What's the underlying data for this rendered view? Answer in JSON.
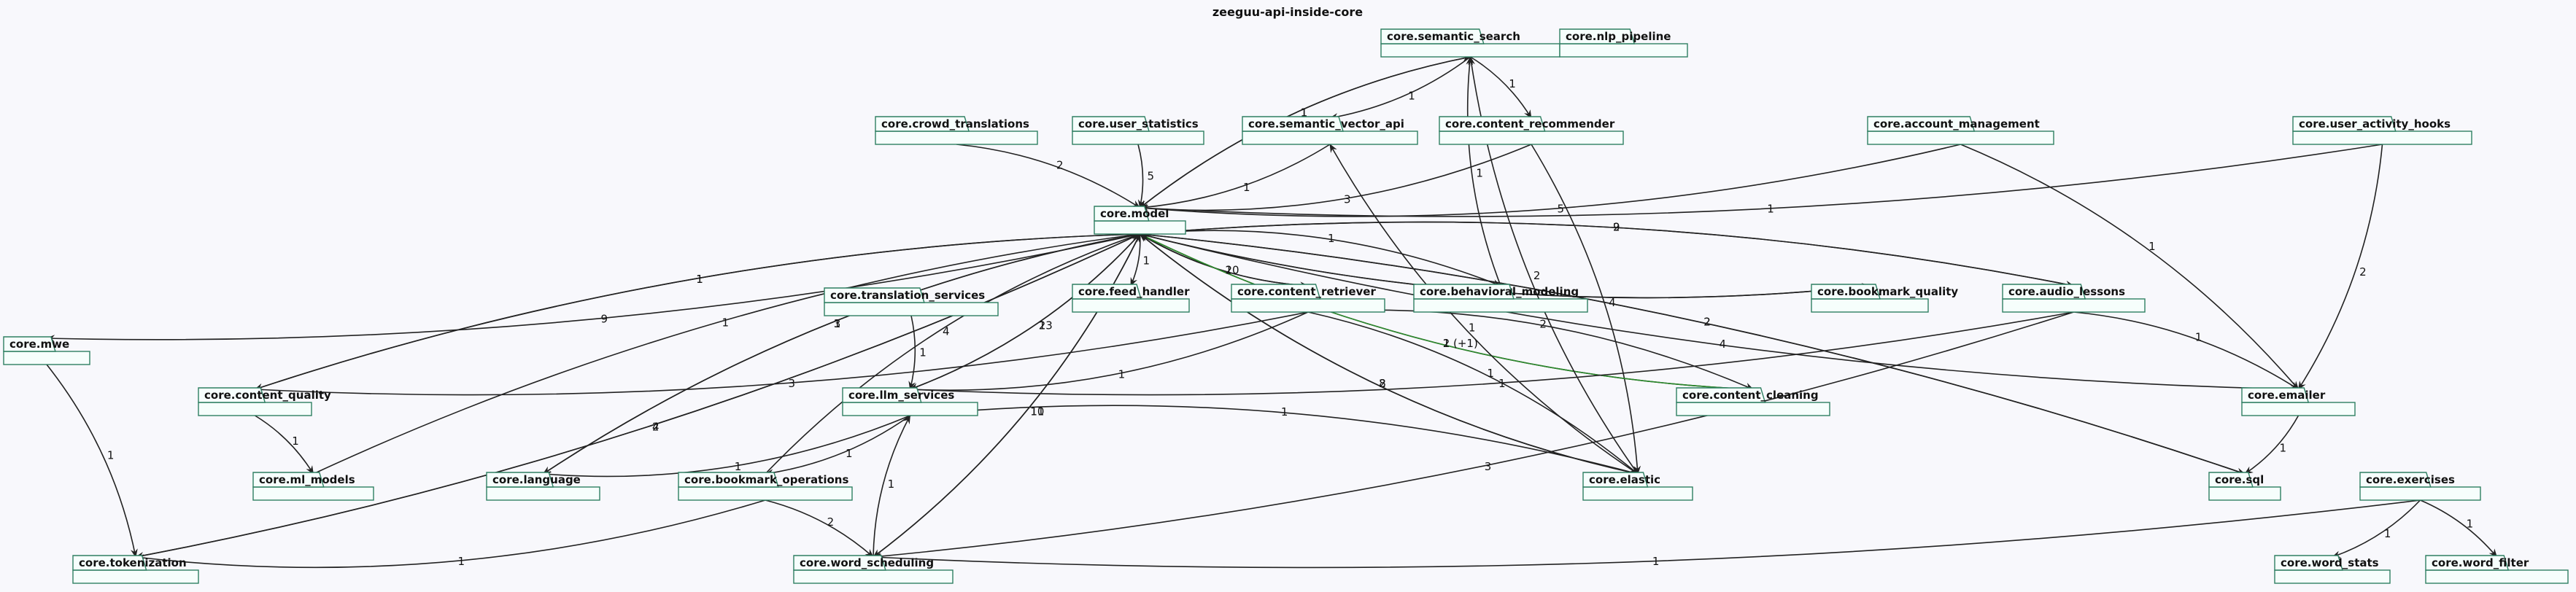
{
  "title": "zeeguu-api-inside-core",
  "packages": [
    {
      "id": "semantic_search",
      "label": "core.semantic_search"
    },
    {
      "id": "nlp_pipeline",
      "label": "core.nlp_pipeline"
    },
    {
      "id": "crowd_translations",
      "label": "core.crowd_translations"
    },
    {
      "id": "user_statistics",
      "label": "core.user_statistics"
    },
    {
      "id": "semantic_vector_api",
      "label": "core.semantic_vector_api"
    },
    {
      "id": "content_recommender",
      "label": "core.content_recommender"
    },
    {
      "id": "account_management",
      "label": "core.account_management"
    },
    {
      "id": "user_activity_hooks",
      "label": "core.user_activity_hooks"
    },
    {
      "id": "model",
      "label": "core.model"
    },
    {
      "id": "translation_services",
      "label": "core.translation_services"
    },
    {
      "id": "feed_handler",
      "label": "core.feed_handler"
    },
    {
      "id": "content_retriever",
      "label": "core.content_retriever"
    },
    {
      "id": "behavioral_modeling",
      "label": "core.behavioral_modeling"
    },
    {
      "id": "bookmark_quality",
      "label": "core.bookmark_quality"
    },
    {
      "id": "audio_lessons",
      "label": "core.audio_lessons"
    },
    {
      "id": "mwe",
      "label": "core.mwe"
    },
    {
      "id": "content_quality",
      "label": "core.content_quality"
    },
    {
      "id": "llm_services",
      "label": "core.llm_services"
    },
    {
      "id": "content_cleaning",
      "label": "core.content_cleaning"
    },
    {
      "id": "emailer",
      "label": "core.emailer"
    },
    {
      "id": "ml_models",
      "label": "core.ml_models"
    },
    {
      "id": "language",
      "label": "core.language"
    },
    {
      "id": "bookmark_operations",
      "label": "core.bookmark_operations"
    },
    {
      "id": "elastic",
      "label": "core.elastic"
    },
    {
      "id": "sql",
      "label": "core.sql"
    },
    {
      "id": "exercises",
      "label": "core.exercises"
    },
    {
      "id": "tokenization",
      "label": "core.tokenization"
    },
    {
      "id": "word_scheduling",
      "label": "core.word_scheduling"
    },
    {
      "id": "word_stats",
      "label": "core.word_stats"
    },
    {
      "id": "word_filter",
      "label": "core.word_filter"
    }
  ],
  "edges": [
    {
      "from": "semantic_search",
      "to": "semantic_vector_api",
      "label": "1"
    },
    {
      "from": "semantic_search",
      "to": "content_recommender",
      "label": "1"
    },
    {
      "from": "model",
      "to": "semantic_search",
      "label": "1"
    },
    {
      "from": "semantic_search",
      "to": "model",
      "label": "1"
    },
    {
      "from": "crowd_translations",
      "to": "model",
      "label": "2"
    },
    {
      "from": "user_statistics",
      "to": "model",
      "label": "5"
    },
    {
      "from": "semantic_vector_api",
      "to": "model",
      "label": "1"
    },
    {
      "from": "content_recommender",
      "to": "model",
      "label": "3"
    },
    {
      "from": "content_recommender",
      "to": "elastic",
      "label": "4"
    },
    {
      "from": "account_management",
      "to": "model",
      "label": "5"
    },
    {
      "from": "account_management",
      "to": "emailer",
      "label": "1"
    },
    {
      "from": "user_activity_hooks",
      "to": "model",
      "label": "1"
    },
    {
      "from": "user_activity_hooks",
      "to": "emailer",
      "label": "2"
    },
    {
      "from": "model",
      "to": "mwe",
      "label": "9"
    },
    {
      "from": "model",
      "to": "tokenization",
      "label": "2"
    },
    {
      "from": "tokenization",
      "to": "model",
      "label": "4"
    },
    {
      "from": "content_quality",
      "to": "model",
      "label": "1"
    },
    {
      "from": "model",
      "to": "content_quality",
      "label": "1"
    },
    {
      "from": "ml_models",
      "to": "model",
      "label": "1"
    },
    {
      "from": "model",
      "to": "word_scheduling",
      "label": "10"
    },
    {
      "from": "word_scheduling",
      "to": "model",
      "label": "11"
    },
    {
      "from": "language",
      "to": "model",
      "label": "3"
    },
    {
      "from": "model",
      "to": "language",
      "label": "1"
    },
    {
      "from": "bookmark_operations",
      "to": "model",
      "label": "4"
    },
    {
      "from": "model",
      "to": "llm_services",
      "label": "2"
    },
    {
      "from": "llm_services",
      "to": "model",
      "label": "13"
    },
    {
      "from": "model",
      "to": "feed_handler",
      "label": "1"
    },
    {
      "from": "content_retriever",
      "to": "model",
      "label": "10"
    },
    {
      "from": "model",
      "to": "content_retriever",
      "label": "2"
    },
    {
      "from": "model",
      "to": "behavioral_modeling",
      "label": "1"
    },
    {
      "from": "behavioral_modeling",
      "to": "semantic_search",
      "label": "1"
    },
    {
      "from": "elastic",
      "to": "model",
      "label": "8"
    },
    {
      "from": "model",
      "to": "elastic",
      "label": "2"
    },
    {
      "from": "content_cleaning",
      "to": "model",
      "label": "1"
    },
    {
      "from": "model",
      "to": "content_cleaning",
      "label": "2 (+1)",
      "green": true
    },
    {
      "from": "bookmark_quality",
      "to": "model",
      "label": "4"
    },
    {
      "from": "model",
      "to": "bookmark_quality",
      "label": "1"
    },
    {
      "from": "model",
      "to": "audio_lessons",
      "label": "2"
    },
    {
      "from": "audio_lessons",
      "to": "model",
      "label": "9"
    },
    {
      "from": "model",
      "to": "sql",
      "label": "2"
    },
    {
      "from": "sql",
      "to": "model",
      "label": "2"
    },
    {
      "from": "emailer",
      "to": "model",
      "label": "4"
    },
    {
      "from": "mwe",
      "to": "tokenization",
      "label": "1"
    },
    {
      "from": "content_quality",
      "to": "ml_models",
      "label": "1"
    },
    {
      "from": "content_retriever",
      "to": "content_quality",
      "label": "3"
    },
    {
      "from": "content_retriever",
      "to": "llm_services",
      "label": "1"
    },
    {
      "from": "content_retriever",
      "to": "content_cleaning",
      "label": "2"
    },
    {
      "from": "content_retriever",
      "to": "elastic",
      "label": "1"
    },
    {
      "from": "translation_services",
      "to": "llm_services",
      "label": "1"
    },
    {
      "from": "audio_lessons",
      "to": "llm_services",
      "label": "1"
    },
    {
      "from": "audio_lessons",
      "to": "emailer",
      "label": "1"
    },
    {
      "from": "audio_lessons",
      "to": "word_scheduling",
      "label": "3"
    },
    {
      "from": "elastic",
      "to": "semantic_vector_api",
      "label": "1"
    },
    {
      "from": "llm_services",
      "to": "language",
      "label": "1"
    },
    {
      "from": "llm_services",
      "to": "bookmark_operations",
      "label": "1"
    },
    {
      "from": "llm_services",
      "to": "elastic",
      "label": "1"
    },
    {
      "from": "bookmark_operations",
      "to": "tokenization",
      "label": "1"
    },
    {
      "from": "bookmark_operations",
      "to": "word_scheduling",
      "label": "2"
    },
    {
      "from": "word_scheduling",
      "to": "llm_services",
      "label": "1"
    },
    {
      "from": "emailer",
      "to": "sql",
      "label": "1"
    },
    {
      "from": "elastic",
      "to": "semantic_search",
      "label": "2"
    },
    {
      "from": "exercises",
      "to": "word_scheduling",
      "label": "1"
    },
    {
      "from": "exercises",
      "to": "word_stats",
      "label": "1"
    },
    {
      "from": "exercises",
      "to": "word_filter",
      "label": "1"
    }
  ]
}
